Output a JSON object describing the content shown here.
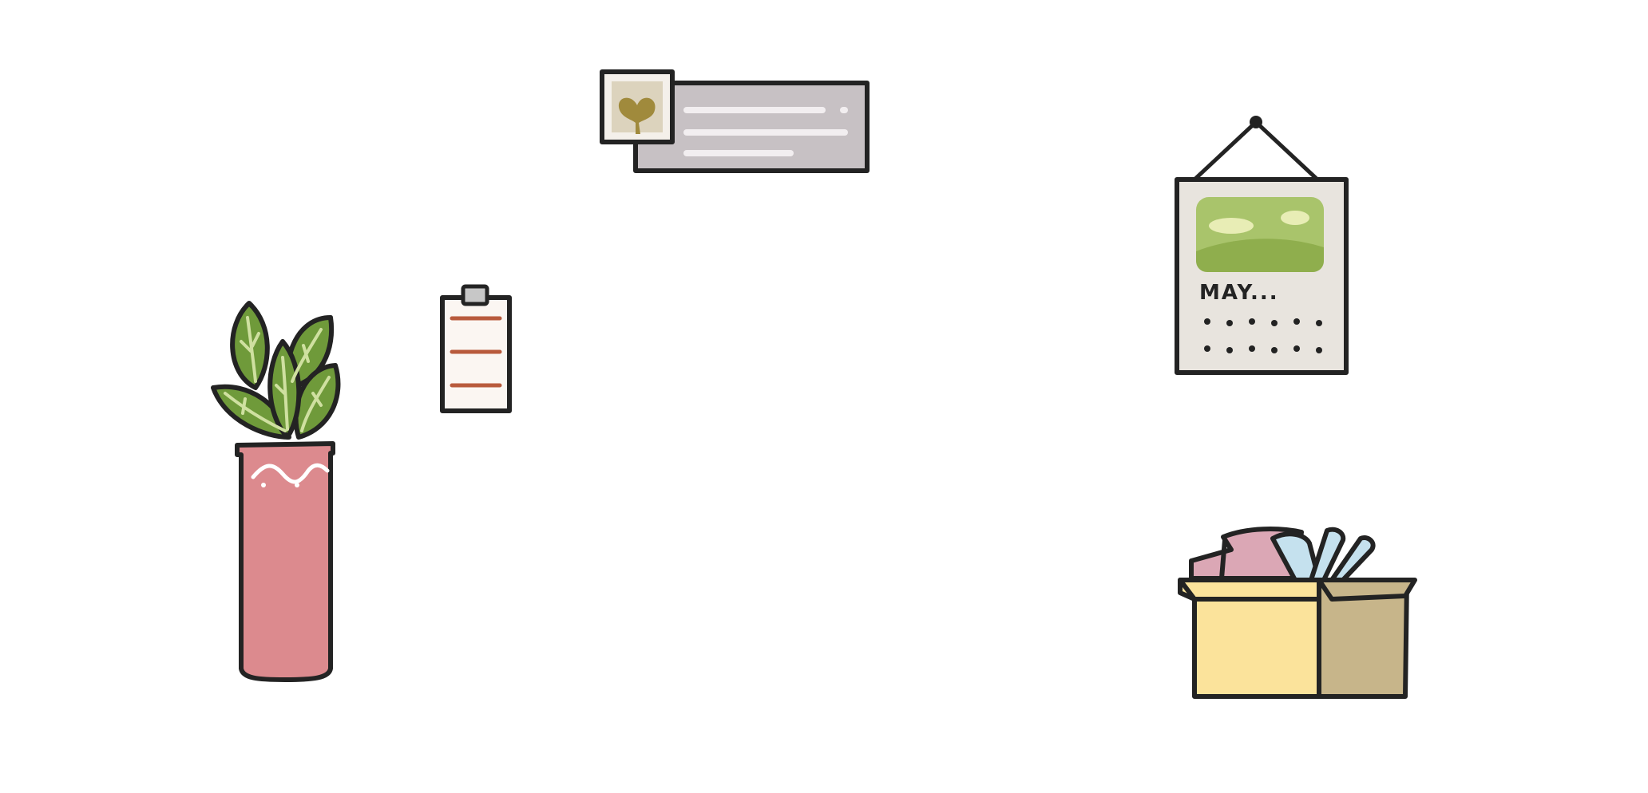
{
  "scene": {
    "background_color": "#ffffff",
    "items": [
      {
        "id": "plant",
        "name": "potted-plant",
        "icon": "potted-plant-icon"
      },
      {
        "id": "clipboard",
        "name": "clipboard-note",
        "icon": "clipboard-icon"
      },
      {
        "id": "picture",
        "name": "heart-picture-frame",
        "icon": "picture-frame-icon"
      },
      {
        "id": "calendar",
        "name": "wall-calendar",
        "icon": "calendar-icon"
      },
      {
        "id": "box",
        "name": "cardboard-box",
        "icon": "box-icon"
      }
    ]
  },
  "calendar": {
    "month_label": "MAY..."
  },
  "colors": {
    "outline": "#232323",
    "vase_pink": "#dc8a8e",
    "leaf_green": "#6f9a3a",
    "leaf_vein": "#cfe0a0",
    "clip_red": "#b85a3c",
    "frame_gray": "#c7c1c4",
    "photo_beige": "#dcd3bd",
    "heart_olive": "#a08a3c",
    "calendar_paper": "#e8e4de",
    "calendar_green": "#a9c46b",
    "box_yellow": "#fbe39b",
    "box_tan": "#c7b58a",
    "cloth_pink": "#dba7b5",
    "cloth_blue": "#c5e1ee"
  }
}
